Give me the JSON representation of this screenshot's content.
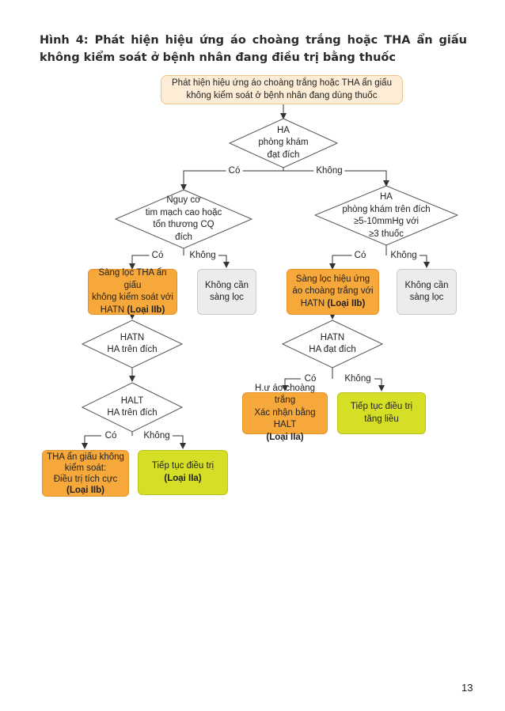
{
  "figure": {
    "title": "Hình 4: Phát hiện hiệu ứng áo choàng trắng hoặc THA ẩn giấu không kiểm soát ở bệnh nhân đang điều trị bằng thuốc"
  },
  "flow": {
    "start": {
      "line1": "Phát hiện hiệu ứng áo choàng trắng hoặc THA ẩn giấu",
      "line2": "không kiểm soát ở bệnh nhân đang dùng thuốc"
    },
    "decision_ha": {
      "line1": "HA",
      "line2": "phòng khám",
      "line3": "đạt đích"
    },
    "yes": "Có",
    "no": "Không",
    "decision_risk": {
      "line1": "Nguy cơ",
      "line2": "tim mạch cao hoặc",
      "line3": "tổn thương CQ",
      "line4": "đích"
    },
    "decision_ha_above": {
      "line1": "HA",
      "line2": "phòng khám trên đích",
      "line3": "≥5-10mmHg với",
      "line4": "≥3 thuốc"
    },
    "screen_masked": {
      "line1": "Sàng lọc THA ẩn giấu",
      "line2": "không kiểm soát với",
      "line3a": "HATN ",
      "line3b": "(Loại IIb)"
    },
    "no_screen_left": {
      "line1": "Không cần",
      "line2": "sàng lọc"
    },
    "screen_whitecoat": {
      "line1": "Sàng lọc hiệu ứng",
      "line2": "áo choàng trắng với",
      "line3a": "HATN ",
      "line3b": "(Loại IIb)"
    },
    "no_screen_right": {
      "line1": "Không cần",
      "line2": "sàng lọc"
    },
    "decision_hatn_above": {
      "line1": "HATN",
      "line2": "HA trên đích"
    },
    "decision_hatn_target": {
      "line1": "HATN",
      "line2": "HA đạt đích"
    },
    "decision_halt": {
      "line1": "HALT",
      "line2": "HA trên đích"
    },
    "whitecoat_confirm": {
      "line1": "H.ư áo choàng trắng",
      "line2": "Xác nhận bằng HALT",
      "line3": "(Loại IIa)"
    },
    "continue_increase": {
      "line1": "Tiếp tục điều trị",
      "line2": "tăng liều"
    },
    "masked_uncontrolled": {
      "line1": "THA ẩn giấu không",
      "line2": "kiểm soát:",
      "line3": "Điều trị tích cực",
      "line4": "(Loại IIb)"
    },
    "continue_treatment": {
      "line1": "Tiếp tục điều trị",
      "line2": "(Loại IIa)"
    }
  },
  "colors": {
    "start_fill": "#fdecd6",
    "orange": "#f7a83a",
    "green": "#d5df26",
    "grey": "#ececec",
    "line": "#333333"
  },
  "page_number": "13"
}
